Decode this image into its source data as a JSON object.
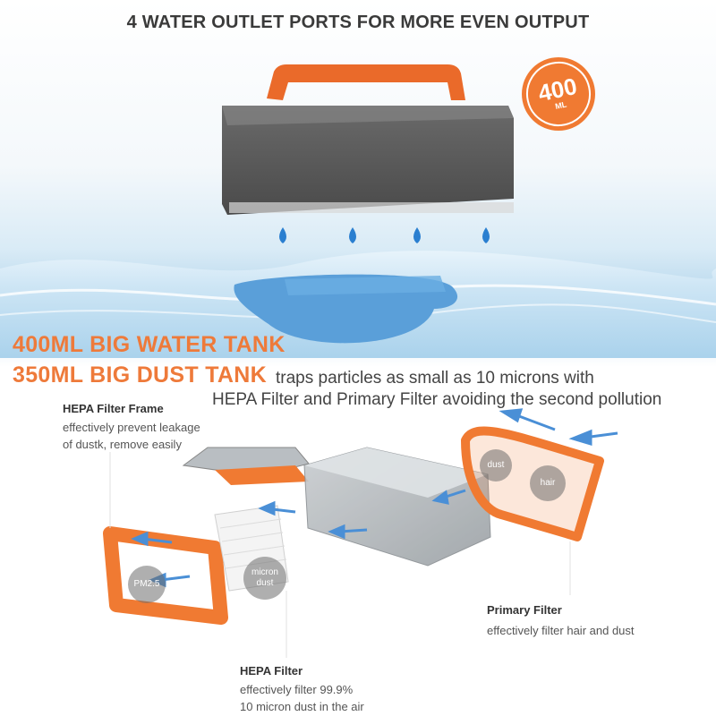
{
  "headline": "4 WATER OUTLET PORTS FOR MORE EVEN OUTPUT",
  "badge": {
    "value": "400",
    "unit": "ML"
  },
  "water_tank_title": "400ML BIG WATER TANK",
  "dust_tank_title": "350ML BIG DUST TANK",
  "dust_tank_desc_line1": "traps particles as small as 10 microns with",
  "dust_tank_desc_line2": "HEPA Filter and Primary Filter avoiding the second pollution",
  "hepa_frame": {
    "title": "HEPA Filter Frame",
    "desc_line1": "effectively prevent leakage",
    "desc_line2": "of dustk, remove easily"
  },
  "primary_filter": {
    "title": "Primary Filter",
    "desc": "effectively filter hair and dust"
  },
  "hepa_filter": {
    "title": "HEPA Filter",
    "desc_line1": "effectively filter 99.9%",
    "desc_line2": "10 micron dust in the air"
  },
  "particle_labels": {
    "pm25": "PM2.5",
    "micron_line1": "micron",
    "micron_line2": "dust",
    "dust": "dust",
    "hair": "hair"
  },
  "colors": {
    "orange": "#ee7a3a",
    "water_blue": "#2a7fd0",
    "mop_blue": "#5b9fd8",
    "tank_gray": "#6f6f6f"
  }
}
